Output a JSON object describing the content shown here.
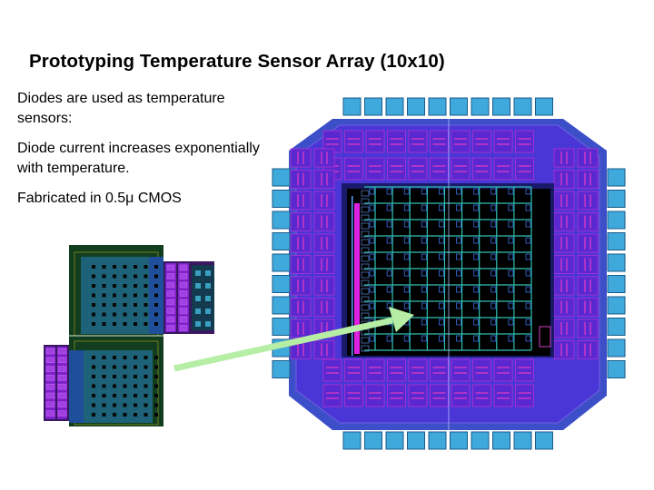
{
  "slide": {
    "title": "Prototyping Temperature Sensor Array (10x10)",
    "bullets": [
      "Diodes are used as temperature sensors:",
      "Diode current increases exponentially with temperature.",
      "Fabricated in 0.5μ CMOS"
    ]
  },
  "figures": {
    "diode_layout": {
      "description": "Layout of a diode pair (two diode cells with contact arrays)",
      "colors": {
        "well": "#0e3a1c",
        "active": "#1a6a7e",
        "contact": "#000000",
        "metal": "#8a2be2"
      }
    },
    "chip_layout": {
      "description": "10x10 temperature sensor array chip layout with I/O pads",
      "array_rows": 10,
      "array_cols": 10,
      "pads_per_side": 10,
      "colors": {
        "pad": "#3fa9dc",
        "core": "#4a2fd0",
        "array_bg": "#000000",
        "grid": "#2fbfb0",
        "accent": "#e020e0"
      }
    },
    "arrow": {
      "color": "#b6eea6",
      "from": "diode_layout",
      "to": "chip_layout.array_cell"
    }
  }
}
